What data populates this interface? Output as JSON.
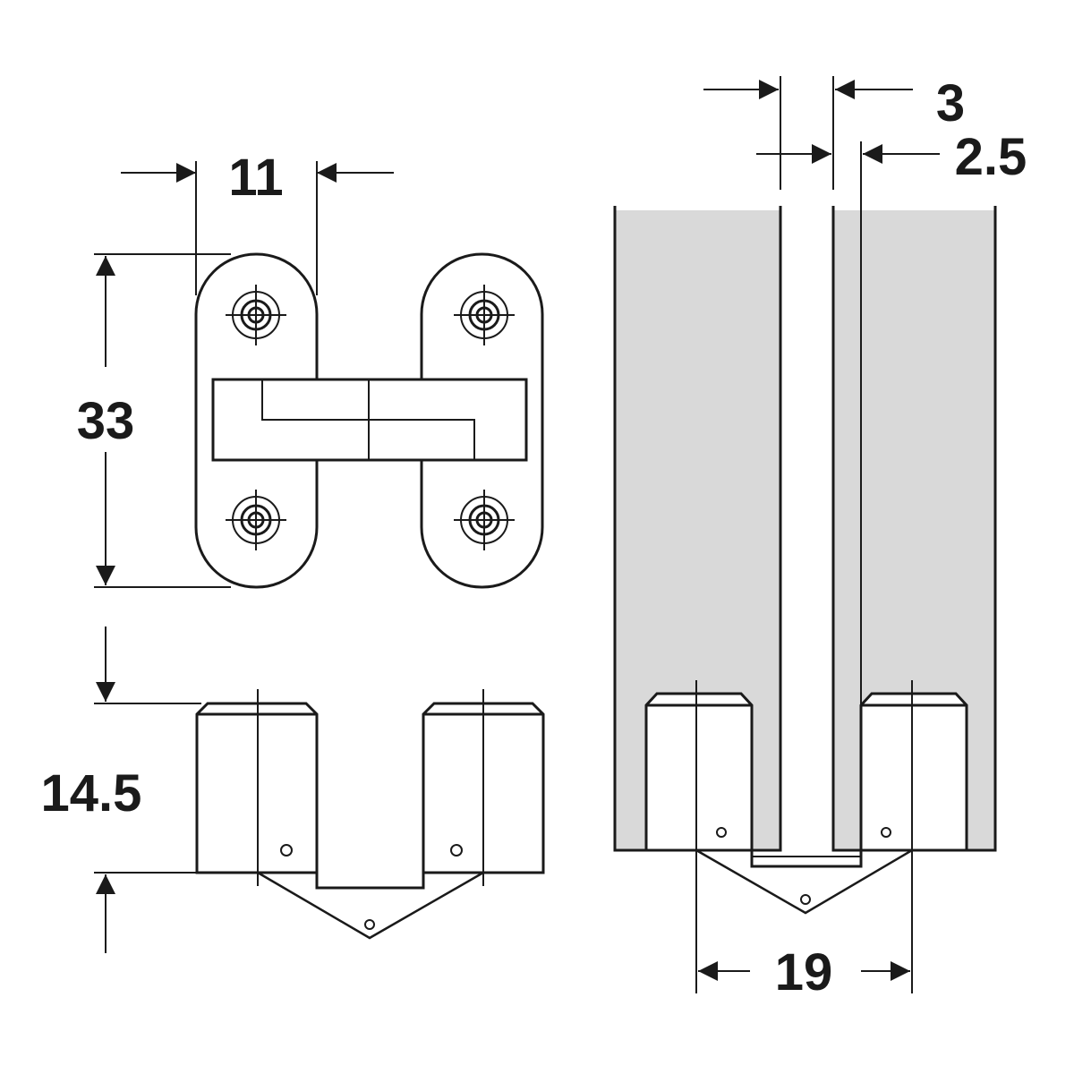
{
  "dimensions": {
    "hinge_width": "11",
    "hinge_height": "33",
    "hinge_depth": "14.5",
    "gap": "3",
    "offset": "2.5",
    "span": "19"
  },
  "colors": {
    "line": "#1a1a1a",
    "panel_fill": "#d9d9d9",
    "background": "#ffffff"
  }
}
